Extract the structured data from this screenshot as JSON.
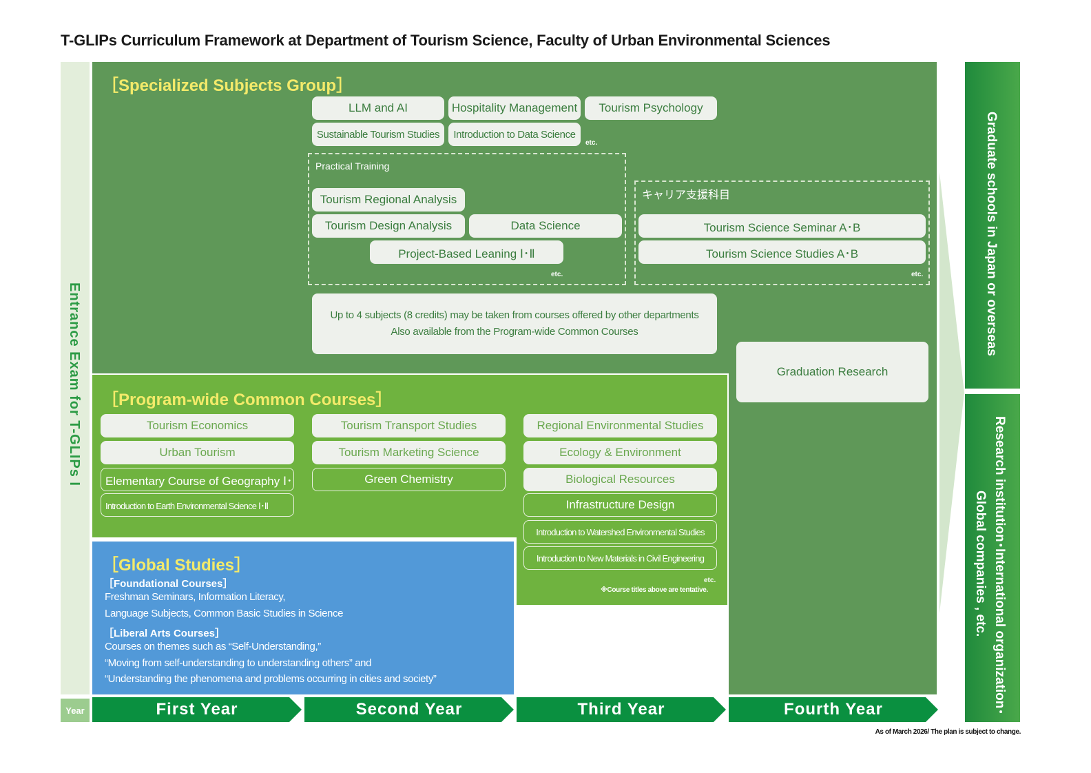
{
  "title": "T-GLIPs Curriculum Framework at Department of Tourism Science, Faculty of Urban Environmental Sciences",
  "entrance_label": "Entrance Exam for T-GLIPs I",
  "colors": {
    "specialized_bg": "#5f9858",
    "common_bg": "#6fb33f",
    "global_bg": "#5299d8",
    "year_arrow": "#0a9040",
    "side_bar": "#e3eedb",
    "title_yellow": "#f3ea6a",
    "outcome_bg": "#1f8a3c"
  },
  "specialized": {
    "title": "［Specialized Subjects Group］",
    "subjects": [
      "LLM and AI",
      "Hospitality Management",
      "Tourism Psychology",
      "Sustainable Tourism Studies",
      "Introduction to Data Science"
    ],
    "etc1": "etc.",
    "practical": {
      "label": "Practical Training",
      "items": [
        "Tourism Regional Analysis",
        "Tourism Design Analysis",
        "Data Science",
        "Project-Based Leaning Ⅰ･Ⅱ"
      ],
      "etc": "etc."
    },
    "career": {
      "label": "キャリア支援科目",
      "items": [
        "Tourism Science Seminar A･B",
        "Tourism Science Studies A･B"
      ],
      "etc": "etc."
    },
    "other_dept_line1": "Up to 4 subjects (8 credits) may be taken from courses offered by other departments",
    "other_dept_line2": "Also available from the Program-wide Common Courses",
    "graduation": "Graduation Research"
  },
  "common": {
    "title": "［Program-wide Common Courses］",
    "col1": [
      "Tourism Economics",
      "Urban Tourism",
      "Elementary Course of Geography Ⅰ･Ⅱ",
      "Introduction to Earth Environmental Science Ⅰ･Ⅱ"
    ],
    "col2": [
      "Tourism Transport Studies",
      "Tourism Marketing Science",
      "Green Chemistry"
    ],
    "col3": [
      "Regional Environmental Studies",
      "Ecology & Environment",
      "Biological Resources",
      "Infrastructure Design",
      "Introduction to Watershed Environmental Studies",
      "Introduction to New Materials in Civil Engineering"
    ],
    "etc": "etc.",
    "note": "※Course titles above are tentative."
  },
  "global": {
    "title": "［Global Studies］",
    "foundational_head": "［Foundational Courses］",
    "foundational_line1": "Freshman Seminars, Information Literacy,",
    "foundational_line2": "Language Subjects, Common Basic Studies in Science",
    "liberal_head": "［Liberal Arts Courses］",
    "liberal_line1": "Courses on themes such as “Self-Understanding,”",
    "liberal_line2": "“Moving from self-understanding to understanding others” and",
    "liberal_line3": "“Understanding the phenomena and problems occurring in cities and society”"
  },
  "years": {
    "label": "Year",
    "items": [
      "First Year",
      "Second Year",
      "Third Year",
      "Fourth Year"
    ]
  },
  "outcomes": {
    "top": "Graduate schools in Japan or overseas",
    "bottom_line1": "Research institution･International organization･",
    "bottom_line2": "Global companies , etc."
  },
  "footnote": "As of March 2026/ The plan is subject to change."
}
